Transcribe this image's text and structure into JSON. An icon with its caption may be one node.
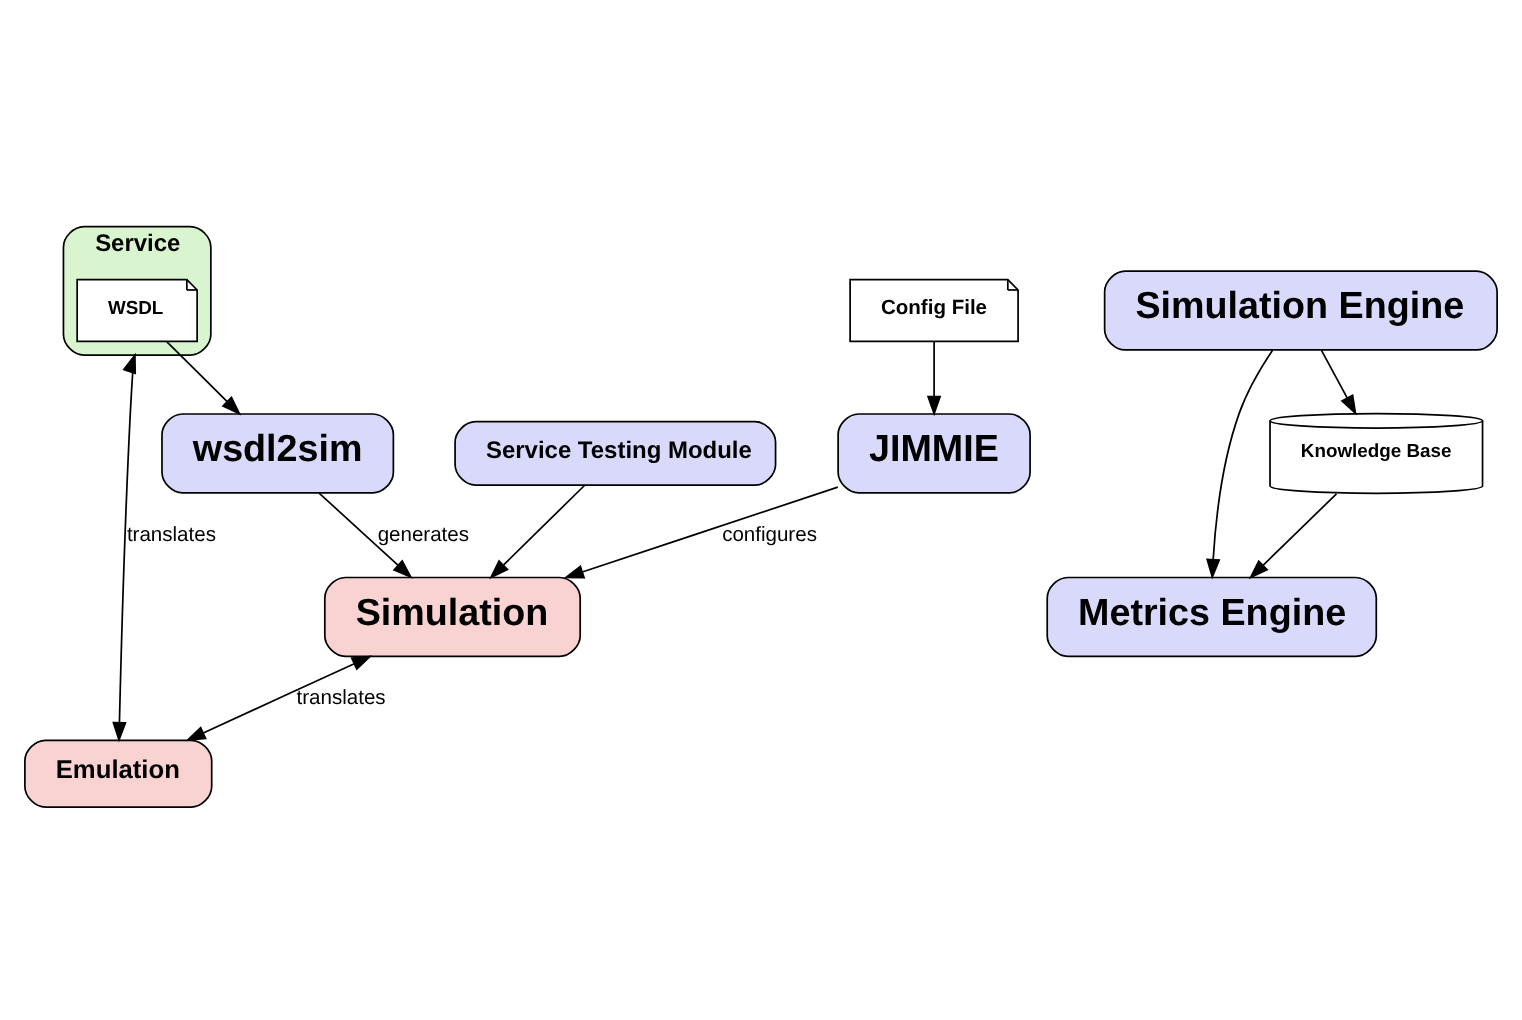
{
  "diagram": {
    "nodes": [
      {
        "text": [
          "Service"
        ]
      },
      {
        "text": [
          "WSDL"
        ],
        "in": 0
      },
      {
        "text": [
          "Emulation"
        ]
      },
      {
        "text": [
          "wsdl2sim"
        ]
      },
      {
        "text": [
          "Simulation"
        ]
      },
      {
        "text": [
          "Service Testing Module"
        ]
      },
      {
        "text": [
          "JIMMIE"
        ]
      },
      {
        "text": [
          "Simulation Engine"
        ]
      },
      {
        "text": [
          "Metrics Engine"
        ]
      },
      {
        "text": [
          "Knowledge Base"
        ]
      },
      {
        "text": [
          "Config File"
        ]
      }
    ],
    "edges": [
      {
        "from": 0,
        "to": 2,
        "arrow": "both",
        "label": "translates"
      },
      {
        "from": 1,
        "to": 3,
        "arrow": "to"
      },
      {
        "from": 3,
        "to": 4,
        "arrow": "to",
        "label": "generates"
      },
      {
        "from": 4,
        "to": 2,
        "arrow": "both",
        "label": "translates"
      },
      {
        "from": 5,
        "to": 4,
        "arrow": "to"
      },
      {
        "from": 6,
        "to": 4,
        "arrow": "to",
        "label": "configures"
      },
      {
        "from": 7,
        "to": 9,
        "arrow": "to"
      },
      {
        "from": 7,
        "to": 8,
        "arrow": "to"
      },
      {
        "from": 9,
        "to": 8,
        "arrow": "to"
      },
      {
        "from": 10,
        "to": 6,
        "arrow": "to"
      }
    ]
  }
}
